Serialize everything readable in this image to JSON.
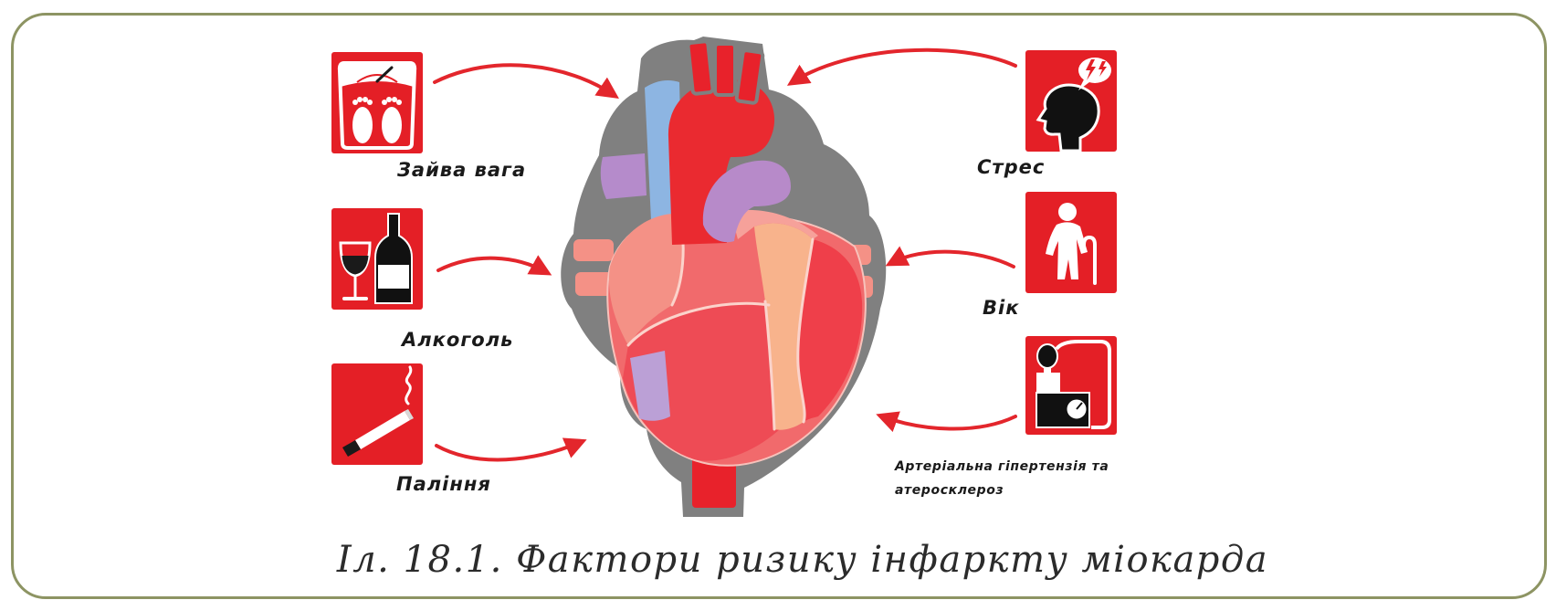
{
  "figure": {
    "caption": "Іл. 18.1. Фактори ризику інфаркту міокарда",
    "central_image": "heart-icon"
  },
  "risk_factors": {
    "left": [
      {
        "label": "Зайва вага",
        "icon": "bathroom-scale-icon"
      },
      {
        "label": "Алкоголь",
        "icon": "wine-and-bottle-icon"
      },
      {
        "label": "Паління",
        "icon": "cigarette-icon"
      }
    ],
    "right": [
      {
        "label": "Стрес",
        "icon": "stressed-head-icon"
      },
      {
        "label": "Вік",
        "icon": "elderly-person-icon"
      },
      {
        "label_lines": [
          "Артеріальна гіпертензія та",
          "атеросклероз"
        ],
        "icon": "blood-pressure-monitor-icon"
      }
    ]
  },
  "colors": {
    "icon_background": "#e41f26",
    "arrow": "#e3262c",
    "frame_border": "#8d9463",
    "label_text": "#1a1a1a",
    "caption_text": "#2b2b2b",
    "heart_outline": "#808080"
  }
}
